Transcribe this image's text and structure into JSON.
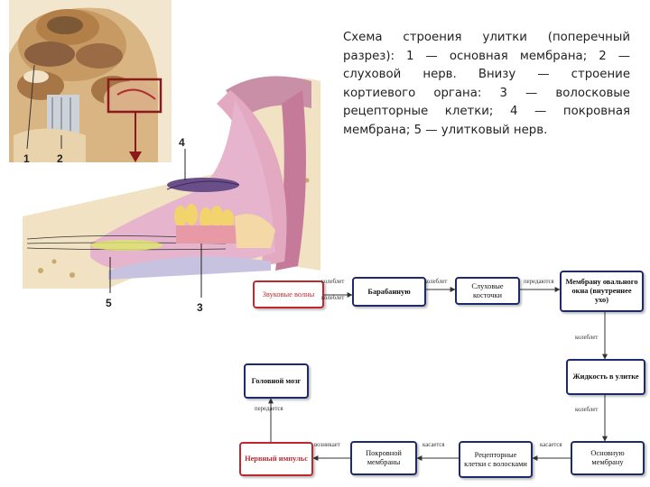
{
  "caption": "Схема строения улитки (поперечный разрез): 1 — основная мембрана; 2 — слуховой нерв. Внизу — строение кортиевого органа: 3 — волосковые рецепторные клетки; 4 — покровная мембрана; 5 — улитковый нерв.",
  "figure_labels": {
    "l1": "1",
    "l2": "2",
    "l3": "3",
    "l4": "4",
    "l5": "5"
  },
  "flow": {
    "nodes": {
      "sound": "Звуковые волны",
      "eardrum": "Барабанную",
      "ossicles": "Слуховые косточки",
      "oval": "Мембрану овального окна (внутреннее ухо)",
      "fluid": "Жидкость в улитке",
      "basilar": "Основную мембрану",
      "receptors": "Рецепторные клетки с волосками",
      "tectorial": "Покровной мембраны",
      "impulse": "Нервный импульс",
      "brain": "Головной мозг"
    },
    "edges": {
      "e1a": "колеблет",
      "e1b": "колеблет",
      "e2": "колеблет",
      "e3": "передаются",
      "e4": "колеблет",
      "e5": "колеблет",
      "e6": "касается",
      "e7": "возникает",
      "e8": "передается"
    }
  }
}
